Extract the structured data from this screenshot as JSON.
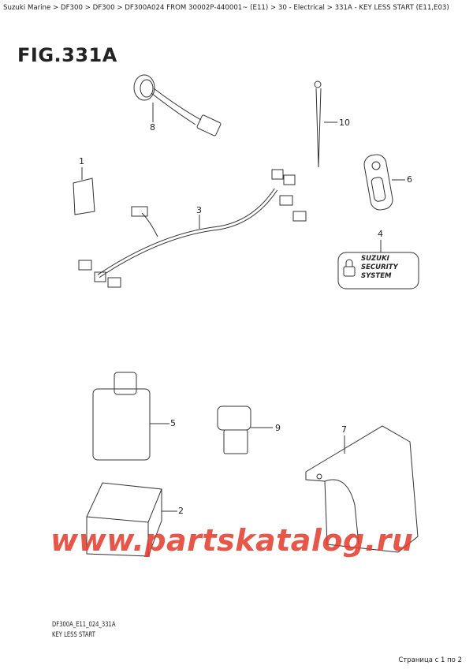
{
  "breadcrumb": "Suzuki Marine > DF300 > DF300 > DF300A024 FROM 30002P-440001~ (E11) > 30 - Electrical > 331A - KEY LESS START (E11,E03)",
  "figure_title": "FIG.331A",
  "callouts": [
    "1",
    "2",
    "3",
    "4",
    "5",
    "6",
    "7",
    "8",
    "9",
    "10"
  ],
  "security_label": {
    "line1": "SUZUKI",
    "line2": "SECURITY",
    "line3": "SYSTEM"
  },
  "watermark": "www.partskatalog.ru",
  "footer": {
    "code": "DF300A_E11_024_331A",
    "name": "KEY LESS START"
  },
  "pagination": "Страница с 1 по 2"
}
